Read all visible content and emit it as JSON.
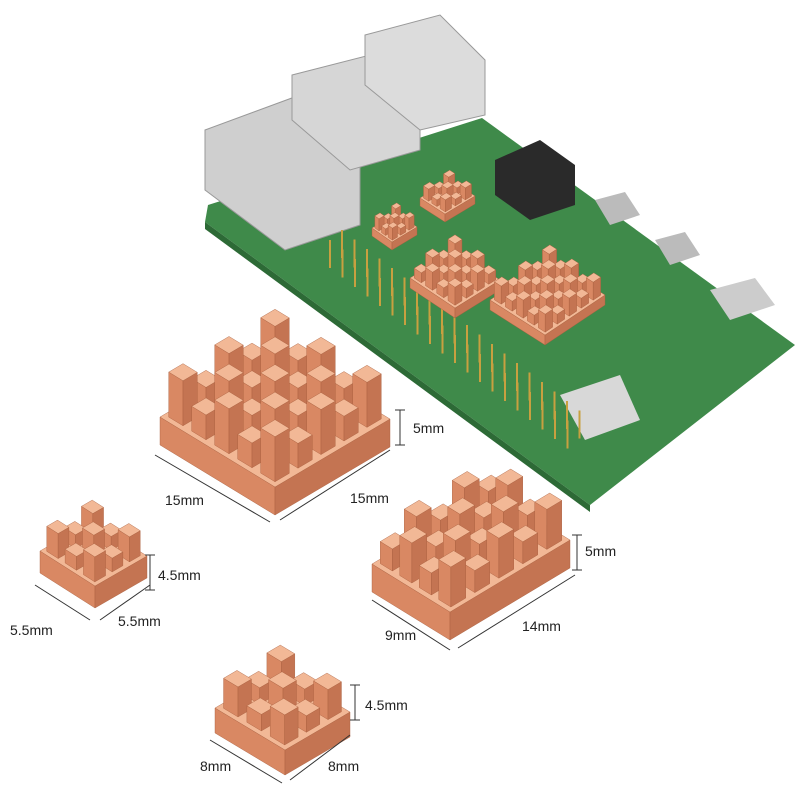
{
  "colors": {
    "copper_top": "#f2b896",
    "copper_left": "#d98863",
    "copper_right": "#c47452",
    "pcb": "#3f8a4a",
    "metal": "#c9c9c9",
    "pin": "#c8a040",
    "dim_line": "#333333"
  },
  "heatsinks": [
    {
      "id": "large",
      "height": "5mm",
      "depth": "15mm",
      "width": "15mm"
    },
    {
      "id": "tiny",
      "height": "4.5mm",
      "depth": "5.5mm",
      "width": "5.5mm"
    },
    {
      "id": "rect",
      "height": "5mm",
      "depth": "9mm",
      "width": "14mm"
    },
    {
      "id": "small",
      "height": "4.5mm",
      "depth": "8mm",
      "width": "8mm"
    }
  ]
}
